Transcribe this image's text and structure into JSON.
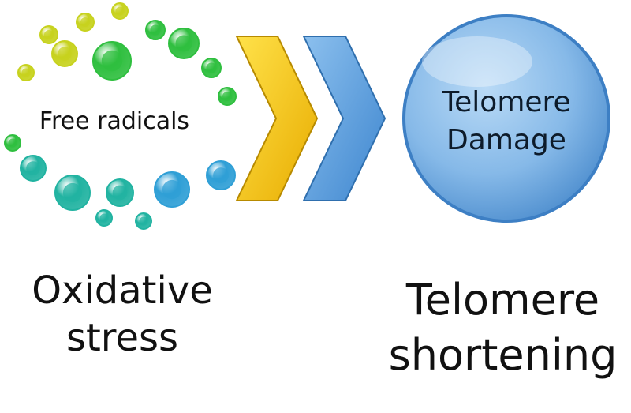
{
  "labels": {
    "free_radicals": "Free radicals",
    "oxidative_stress": [
      "Oxidative",
      "stress"
    ],
    "telomere_damage": [
      "Telomere",
      "Damage"
    ],
    "telomere_shortening": [
      "Telomere",
      "shortening"
    ]
  },
  "colors": {
    "arrow_yellow": "#f6c40a",
    "arrow_blue": "#5b9bdc",
    "circle_fill": "#7db3e6",
    "circle_stroke": "#3d7fc4",
    "radical_yellow": "#c7d21e",
    "radical_green": "#2fbf3f",
    "radical_teal": "#21b3a1",
    "radical_blue": "#2f9fd6"
  },
  "icons": {
    "radicals": "bubble-icon",
    "arrows": "chevron-right-icon",
    "circle": "sphere-icon"
  }
}
